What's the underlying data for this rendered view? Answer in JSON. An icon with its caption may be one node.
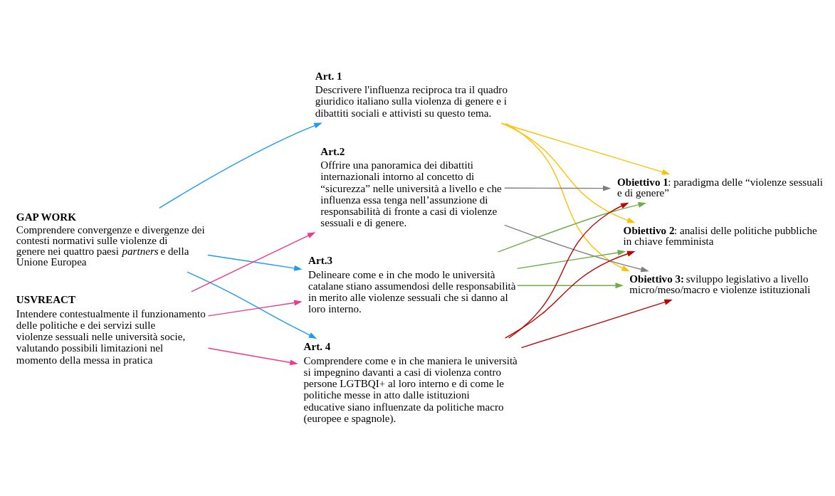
{
  "diagram": {
    "nodes": [
      {
        "text": [
          "GAP WORK",
          "Comprendere convergenze e divergenze dei contesti normativi sulle violenze di genere nei quattro paesi *partners* e della Unione Europea"
        ]
      },
      {
        "text": [
          "USVREACT",
          "Intendere contestualmente il funzionamento delle politiche e dei servizi sulle violenze sessuali nelle università socie, valutando possibili limitazioni nel momento della messa in pratica"
        ]
      },
      {
        "text": [
          "Art. 1",
          "Descrivere l'influenza reciproca tra il quadro giuridico italiano sulla violenza di genere e i dibattiti sociali e attivisti su questo tema."
        ]
      },
      {
        "text": [
          "Art.2",
          "Offrire una panoramica dei dibattiti internazionali intorno al concetto di “sicurezza” nelle università a livello e che influenza essa tenga nell’assunzione di responsabilità di fronte a casi di violenze sessuali e di genere."
        ]
      },
      {
        "text": [
          "Art.3",
          "Delineare come e in che modo le università catalane stiano assumendosi delle responsabilità in merito alle violenze sessuali che si danno al loro interno."
        ]
      },
      {
        "text": [
          "Art. 4",
          "Comprendere come e in che maniera le università si impegnino davanti a casi di violenza contro persone LGTBQI+ al loro interno e di come le politiche messe in atto dalle istituzioni educative siano influenzate da politiche macro (europee e spagnole)."
        ]
      },
      {
        "text": [
          "**Obiettivo 1**: paradigma delle “violenze sessuali e di genere”"
        ]
      },
      {
        "text": [
          "**Obiettivo 2**: analisi delle politiche pubbliche in chiave femminista"
        ]
      },
      {
        "text": [
          "**Obiettivo 3:** sviluppo legislativo a livello micro/meso/macro e violenze istituzionali"
        ]
      }
    ],
    "edges": [
      {
        "from": 0,
        "to": 2,
        "arrow": "to",
        "color": "#1e9bf0"
      },
      {
        "from": 0,
        "to": 4,
        "arrow": "to",
        "color": "#1e9bf0"
      },
      {
        "from": 0,
        "to": 5,
        "arrow": "to",
        "color": "#1e9bf0"
      },
      {
        "from": 1,
        "to": 3,
        "arrow": "to",
        "color": "#f0388c"
      },
      {
        "from": 1,
        "to": 4,
        "arrow": "to",
        "color": "#f0388c"
      },
      {
        "from": 1,
        "to": 5,
        "arrow": "to",
        "color": "#f0388c"
      },
      {
        "from": 2,
        "to": 6,
        "arrow": "to",
        "color": "#ffc000"
      },
      {
        "from": 2,
        "to": 7,
        "arrow": "to",
        "color": "#ffc000"
      },
      {
        "from": 2,
        "to": 8,
        "arrow": "to",
        "color": "#ffc000"
      },
      {
        "from": 3,
        "to": 6,
        "arrow": "to",
        "color": "#7f7f7f"
      },
      {
        "from": 3,
        "to": 8,
        "arrow": "to",
        "color": "#7f7f7f"
      },
      {
        "from": 4,
        "to": 6,
        "arrow": "to",
        "color": "#70ad47"
      },
      {
        "from": 4,
        "to": 7,
        "arrow": "to",
        "color": "#70ad47"
      },
      {
        "from": 4,
        "to": 8,
        "arrow": "to",
        "color": "#70ad47"
      },
      {
        "from": 5,
        "to": 6,
        "arrow": "to",
        "color": "#c00000"
      },
      {
        "from": 5,
        "to": 7,
        "arrow": "to",
        "color": "#c00000"
      },
      {
        "from": 5,
        "to": 8,
        "arrow": "to",
        "color": "#c00000"
      }
    ]
  }
}
